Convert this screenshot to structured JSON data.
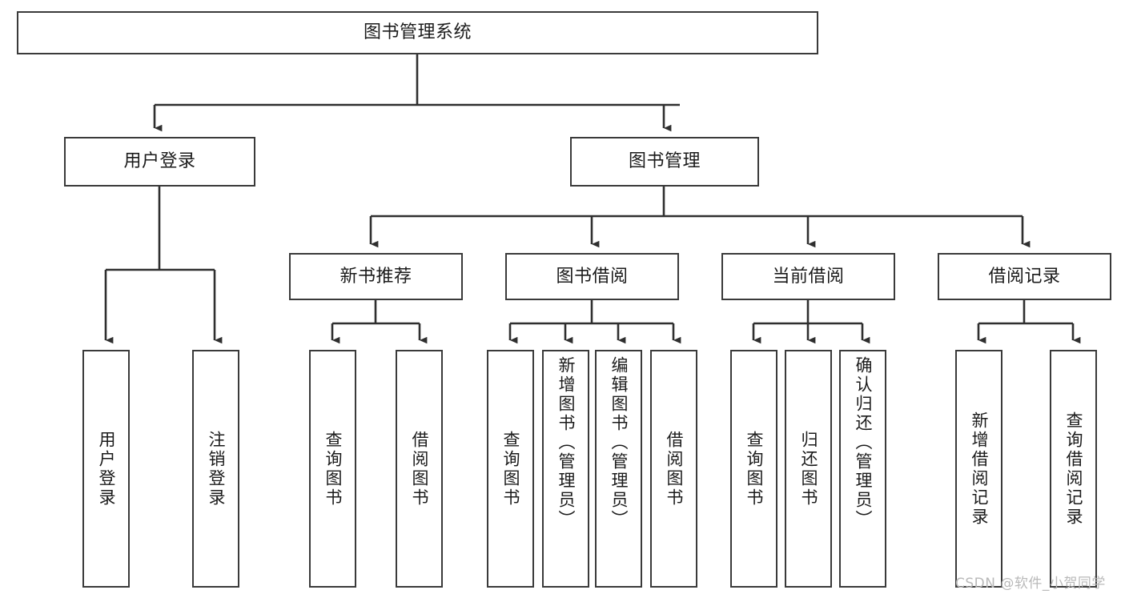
{
  "diagram": {
    "title_node": {
      "label": "图书管理系统"
    },
    "level1": [
      {
        "id": "user-login",
        "label": "用户登录"
      },
      {
        "id": "book-management",
        "label": "图书管理"
      }
    ],
    "level2": [
      {
        "id": "new-book-recommend",
        "label": "新书推荐"
      },
      {
        "id": "book-borrow",
        "label": "图书借阅"
      },
      {
        "id": "current-borrow",
        "label": "当前借阅"
      },
      {
        "id": "borrow-record",
        "label": "借阅记录"
      }
    ],
    "leaves": [
      {
        "id": "leaf-user-login",
        "label": "用户登录",
        "parent": "user-login"
      },
      {
        "id": "leaf-logout",
        "label": "注销登录",
        "parent": "user-login"
      },
      {
        "id": "leaf-query-book-1",
        "label": "查询图书",
        "parent": "new-book-recommend"
      },
      {
        "id": "leaf-borrow-book-1",
        "label": "借阅图书",
        "parent": "new-book-recommend"
      },
      {
        "id": "leaf-query-book-2",
        "label": "查询图书",
        "parent": "book-borrow"
      },
      {
        "id": "leaf-add-book",
        "label": "新增图书（管理员）",
        "parent": "book-borrow"
      },
      {
        "id": "leaf-edit-book",
        "label": "编辑图书（管理员）",
        "parent": "book-borrow"
      },
      {
        "id": "leaf-borrow-book-2",
        "label": "借阅图书",
        "parent": "book-borrow"
      },
      {
        "id": "leaf-query-book-3",
        "label": "查询图书",
        "parent": "current-borrow"
      },
      {
        "id": "leaf-return-book",
        "label": "归还图书",
        "parent": "current-borrow"
      },
      {
        "id": "leaf-confirm-return",
        "label": "确认归还（管理员）",
        "parent": "current-borrow"
      },
      {
        "id": "leaf-add-record",
        "label": "新增借阅记录",
        "parent": "borrow-record"
      },
      {
        "id": "leaf-query-record",
        "label": "查询借阅记录",
        "parent": "borrow-record"
      }
    ],
    "watermark": "CSDN @软件_小贺同学",
    "colors": {
      "stroke": "#3a3a3a",
      "background": "#ffffff",
      "text": "#1b1b1b",
      "watermark": "#b9b9b9"
    }
  }
}
